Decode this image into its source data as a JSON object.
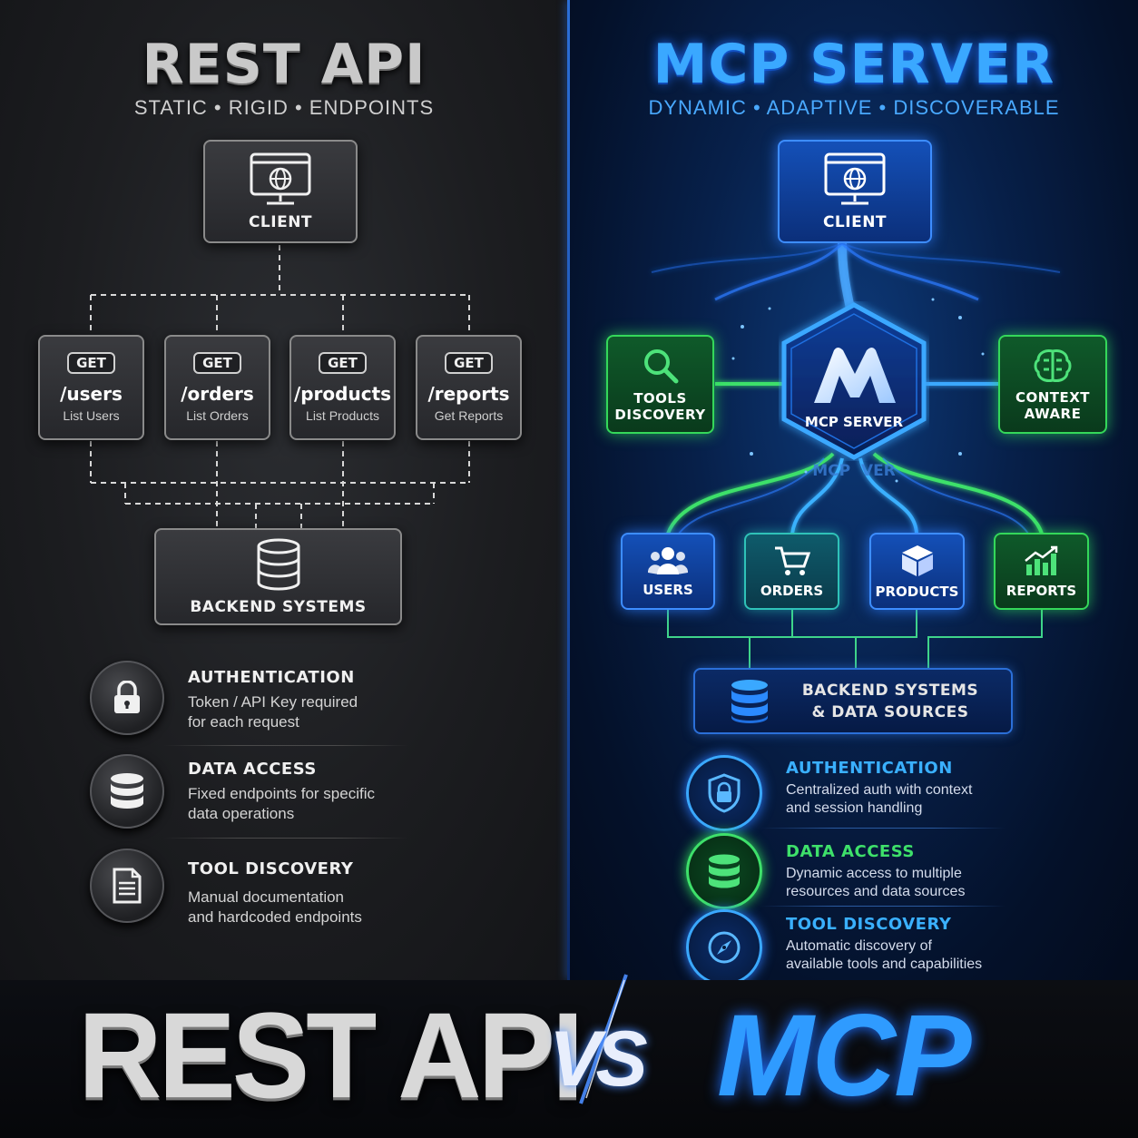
{
  "left": {
    "title": "REST API",
    "subtitle": "STATIC • RIGID • ENDPOINTS",
    "client_label": "CLIENT",
    "endpoints": [
      {
        "method": "GET",
        "path": "/users",
        "desc": "List Users"
      },
      {
        "method": "GET",
        "path": "/orders",
        "desc": "List Orders"
      },
      {
        "method": "GET",
        "path": "/products",
        "desc": "List Products"
      },
      {
        "method": "GET",
        "path": "/reports",
        "desc": "Get Reports"
      }
    ],
    "backend_label": "BACKEND SYSTEMS",
    "features": [
      {
        "title": "AUTHENTICATION",
        "line1": "Token / API Key required",
        "line2": "for each request"
      },
      {
        "title": "DATA ACCESS",
        "line1": "Fixed endpoints for specific",
        "line2": "data operations"
      },
      {
        "title": "TOOL DISCOVERY",
        "line1": "Manual documentation",
        "line2": "and hardcoded endpoints"
      }
    ]
  },
  "right": {
    "title": "MCP SERVER",
    "subtitle": "DYNAMIC • ADAPTIVE • DISCOVERABLE",
    "client_label": "CLIENT",
    "hub_label": "MCP SERVER",
    "hub_ghost_label": "MCP  VER",
    "tools_discovery": {
      "line1": "TOOLS",
      "line2": "DISCOVERY"
    },
    "context_aware": {
      "line1": "CONTEXT",
      "line2": "AWARE"
    },
    "resources": [
      "USERS",
      "ORDERS",
      "PRODUCTS",
      "REPORTS"
    ],
    "backend": {
      "line1": "BACKEND SYSTEMS",
      "line2": "& DATA SOURCES"
    },
    "features": [
      {
        "title": "AUTHENTICATION",
        "line1": "Centralized auth with context",
        "line2": "and session handling",
        "color": "#3ab0ff"
      },
      {
        "title": "DATA ACCESS",
        "line1": "Dynamic access to multiple",
        "line2": "resources and data sources",
        "color": "#3ee06a"
      },
      {
        "title": "TOOL DISCOVERY",
        "line1": "Automatic discovery of",
        "line2": "available tools and capabilities",
        "color": "#3ab0ff"
      }
    ]
  },
  "bottom": {
    "left_title": "REST API",
    "vs": "VS",
    "right_title": "MCP"
  },
  "colors": {
    "mcp_blue": "#2f9bff",
    "mcp_green": "#34d85a",
    "rest_gray": "#8a8a8a"
  }
}
